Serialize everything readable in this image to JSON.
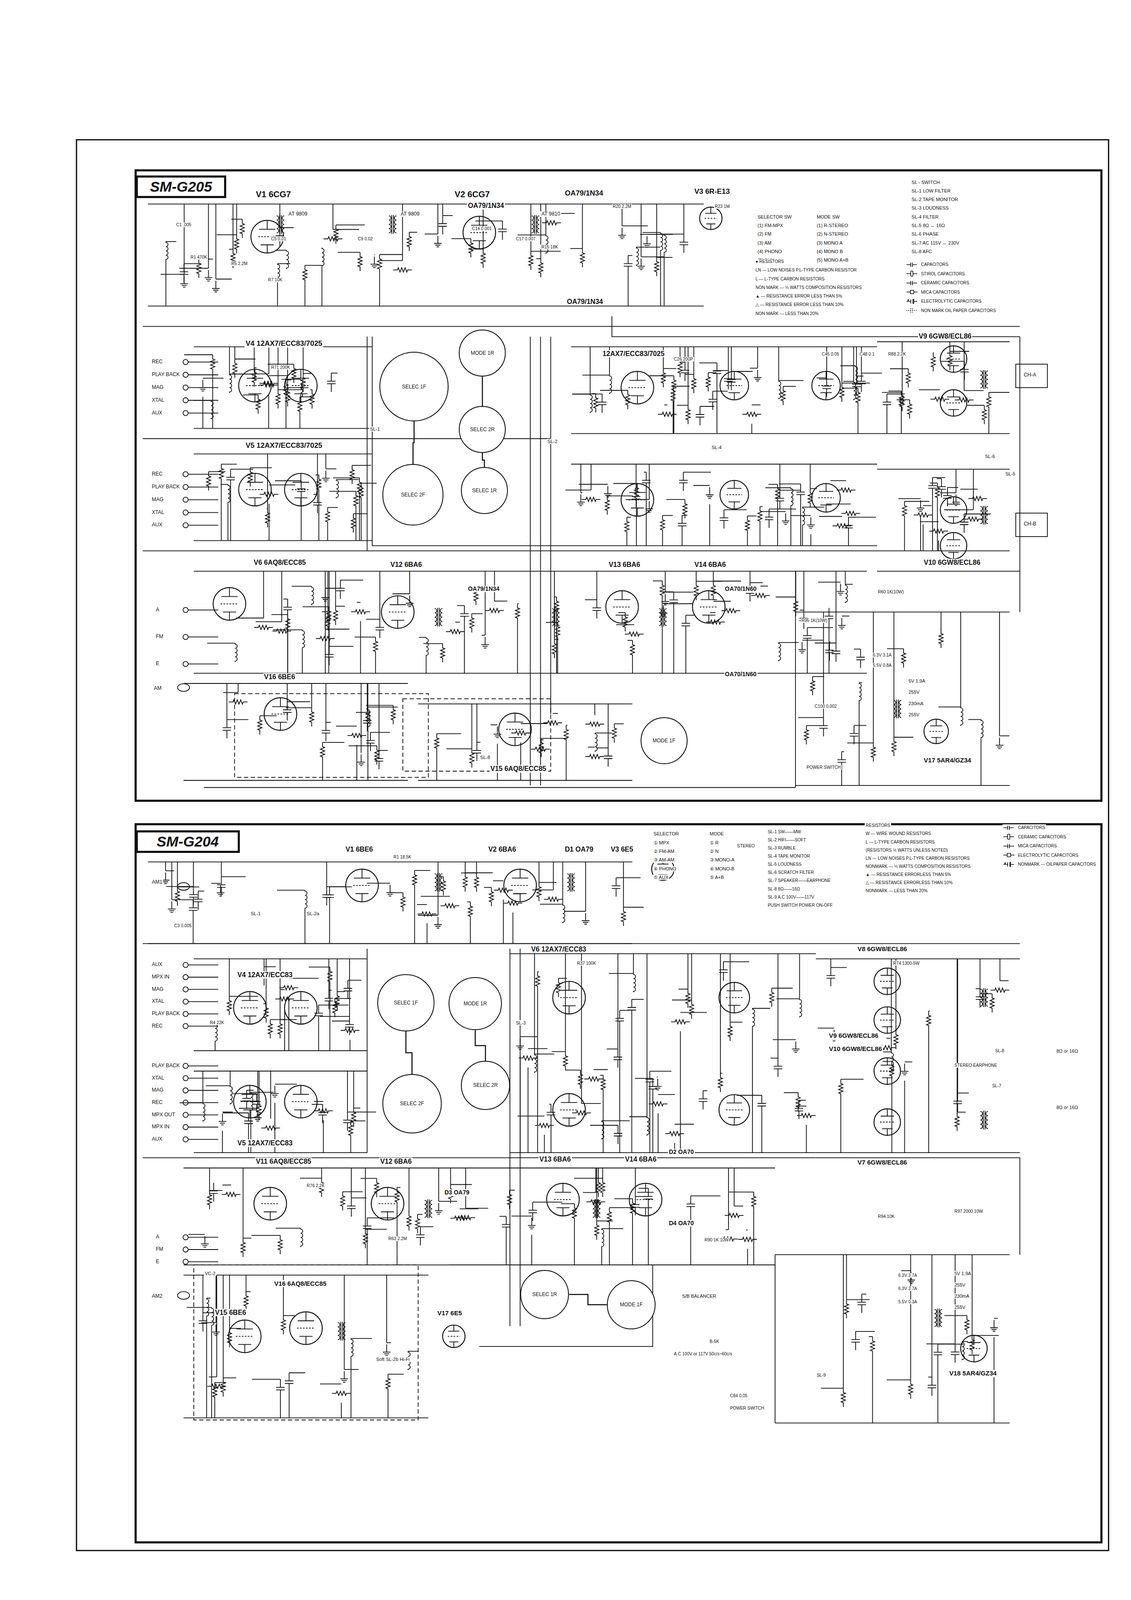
{
  "diagram": {
    "nodes": [
      {
        "text": [
          "SM-G205"
        ]
      },
      {
        "text": [
          "SM-G204"
        ]
      },
      {
        "text": [
          "SELEC 1F"
        ]
      },
      {
        "text": [
          "MODE 1R"
        ]
      },
      {
        "text": [
          "SELEC 2R"
        ]
      },
      {
        "text": [
          "SELEC 2F"
        ]
      },
      {
        "text": [
          "SELEC 1R"
        ]
      },
      {
        "text": [
          "MODE 1F"
        ]
      },
      {
        "text": [
          "MODE 1R"
        ]
      },
      {
        "text": [
          "SELEC 1F"
        ]
      },
      {
        "text": [
          "SELEC 2F"
        ]
      },
      {
        "text": [
          "SELEC 2R"
        ]
      },
      {
        "text": [
          "SELEC 1R"
        ]
      },
      {
        "text": [
          "MODE 1F"
        ]
      }
    ],
    "edges": [
      {
        "from": 2,
        "to": 5,
        "arrow": "none"
      },
      {
        "from": 3,
        "to": 4,
        "arrow": "none"
      },
      {
        "from": 4,
        "to": 6,
        "arrow": "none"
      },
      {
        "from": 9,
        "to": 10,
        "arrow": "none"
      },
      {
        "from": 8,
        "to": 11,
        "arrow": "none"
      },
      {
        "from": 12,
        "to": 13,
        "arrow": "none"
      }
    ],
    "labels": [
      "V1 6CG7",
      "V2 6CG7",
      "OA79/1N34",
      "OA79/1N34",
      "V3 6R-E13",
      "AT 9809",
      "AT 9809",
      "AT 9810",
      "OA79/1N34",
      "SELECTOR SW",
      "(1) FM-MPX",
      "(2) FM",
      "(3) AM",
      "(4) PHONO",
      "(5) AUX",
      "MODE SW",
      "(1) R-STEREO",
      "(2) N-STEREO",
      "(3) MONO A",
      "(4) MONO B",
      "(5) MONO A+B",
      "SL - SWITCH",
      "SL-1 LOW FILTER",
      "SL-2 TAPE MONITOR",
      "SL-3 LOUDNESS",
      "SL-4 FILTER",
      "SL-5 8Ω ↔ 16Ω",
      "SL-6 PHASE",
      "SL-7 AC 115V ↔ 230V",
      "SL-8 AFC",
      "● RESISTORS",
      "LN --- LOW NOISES P.L-TYPE CARBON RESISTOR",
      "L --- L-TYPE CARBON RESISTORS",
      "NON MARK --- ½ WATTS COMPOSITION RESISTORS",
      "▲ --- RESISTANCE ERROR LESS THAN 5%",
      "△ --- RESISTANCE ERROR LESS THAN 10%",
      "NON MARK --- LESS THAN 20%",
      "V4 12AX7/ECC83/7025",
      "V5 12AX7/ECC83/7025",
      "REC",
      "PLAY BACK",
      "MAG",
      "XTAL",
      "AUX",
      "REC",
      "PLAY BACK",
      "MAG",
      "XTAL",
      "AUX",
      "12AX7/ECC83/7025",
      "V9 6GW8/ECL86",
      "V10 6GW8/ECL86",
      "CH-A",
      "CH-B",
      "SL-1",
      "SL-2",
      "SL-4",
      "SL-6",
      "SL-5",
      "V6 6AQ8/ECC85",
      "V12 6BA6",
      "OA79/1N34",
      "V13 6BA6",
      "V14 6BA6",
      "OA70/1N60",
      "OA70/1N60",
      "A",
      "FM",
      "E",
      "V16 6BE6",
      "AM",
      "SL-8",
      "V15 6AQ8/ECC85",
      "POWER SWITCH",
      "6.3V 3.1A",
      "5.5V 0.8A",
      "5V 1.9A",
      "255V",
      "230mA",
      "255V",
      "V17 5AR4/GZ34",
      "C1 .005",
      "R1 470K",
      "R5 2.2M",
      "C5 0.01",
      "R7 10K",
      "C9 0.02",
      "C14 0.001",
      "C17 0.007",
      "R15 18K",
      "R20 2.2M",
      "R23 1M",
      "R71 200K",
      "C26 200P",
      "C45 0.05",
      "C48 0.1",
      "R88 2.2K",
      "R60 1K(10W)",
      "R95 1K(10W)",
      "C100 0.002",
      "V1 6BE6",
      "V2 6BA6",
      "D1 OA79",
      "V3 6E5",
      "AM1",
      "SL-1",
      "SL-2a",
      "SELECTOR",
      "① MPX",
      "② FM-AM",
      "③ AM-AM",
      "④ PHONO",
      "⑤ AUX",
      "MODE",
      "① R",
      "② N",
      "③ MONO-A",
      "④ MONO-B",
      "⑤ A+B",
      "STEREO",
      "SL-1 SW——MW",
      "SL-2 HIFI——SOFT",
      "SL-3 RUMBLE",
      "SL-4 TAPE MONITOR",
      "SL-5 LOUDNESS",
      "SL-6 SCRATCH FILTER",
      "SL-7 SPEAKER——EARPHONE",
      "SL-8 8Ω——16Ω",
      "SL-9 A.C 100V——117V",
      "PUSH SWITCH POWER ON-OFF",
      "RESISTORS",
      "W --- WIRE WOUND RESISTORS",
      "L --- L-TYPE CARBON RESISTORS",
      "(RESISTORS ½ WATTS UNLESS NOTED)",
      "LN --- LOW NOISES P.L-TYPE CARBON RESISTORS",
      "NONMARK --- ½ WATTS COMPOSITION RESISTORS",
      "▲ --- RESISTANCE ERRORLESS THAN 5%",
      "△ --- RESISTANCE ERRORLESS THAN 10%",
      "NONMARK --- LESS THAN 20%",
      "V4 12AX7/ECC83",
      "V5 12AX7/ECC83",
      "AUX",
      "MPX IN",
      "MAG",
      "XTAL",
      "PLAY BACK",
      "REC",
      "PLAY BACK",
      "XTAL",
      "MAG",
      "REC",
      "MPX OUT",
      "MPX IN",
      "AUX",
      "V6 12AX7/ECC83",
      "V8 6GW8/ECL86",
      "V9 6GW8/ECL86",
      "V10 6GW8/ECL86",
      "V7 6GW8/ECL86",
      "8Ω or 16Ω",
      "8Ω or 16Ω",
      "STEREO EARPHONE",
      "SL-8",
      "SL-7",
      "SL-3",
      "V11 6AQ8/ECC85",
      "V12 6BA6",
      "V13 6BA6",
      "V14 6BA6",
      "D2 OA70",
      "D3 OA79",
      "D4 OA70",
      "A",
      "FM",
      "E",
      "VC-2",
      "V16 6AQ8/ECC85",
      "V15 6BE6",
      "AM2",
      "Soft SL-2b Hi-Fi",
      "V17 6E5",
      "S/B BALANCER",
      "B-5K",
      "A.C 100V or 117V 50c/s~60c/s",
      "POWER SWITCH",
      "6.3V 3.7A",
      "6.3V 3.7A",
      "5.5V 0.3A",
      "5V 1.9A",
      "255V",
      "230mA",
      "255V",
      "V18 5AR4/GZ34",
      "SL-9",
      "R1 18.5K",
      "C3 0.005",
      "R4 22K",
      "R37 100K",
      "R74 1300-5W",
      "R76 2.2K",
      "R63 2.2M",
      "R90 1K 10W",
      "R94 10K",
      "R97 2000 10W",
      "C84 0.05"
    ],
    "legend": [
      {
        "text": "CAPACITORS"
      },
      {
        "text": "STIROL CAPACITORS"
      },
      {
        "text": "CERAMIC CAPACITORS"
      },
      {
        "text": "MICA CAPACITORS"
      },
      {
        "text": "ELECTROLYTIC CAPACITORS"
      },
      {
        "text": "NON MARK OIL PAPER CAPACITORS"
      },
      {
        "text": "CAPACITORS"
      },
      {
        "text": "CERAMIC CAPACITORS"
      },
      {
        "text": "MICA CAPACITORS"
      },
      {
        "text": "ELECTROLYTIC CAPACITORS"
      },
      {
        "text": "NONMARK --- OILPAPER CAPACITORS"
      }
    ]
  }
}
